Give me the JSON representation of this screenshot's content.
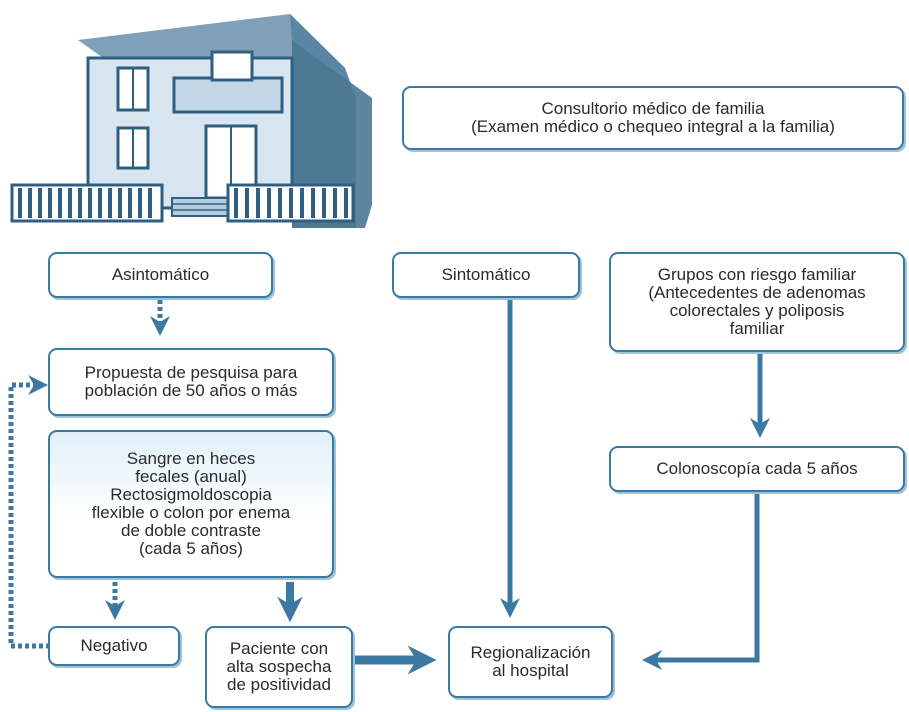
{
  "colors": {
    "accent": "#3b79a3",
    "text": "#2a2a2a",
    "background": "#ffffff"
  },
  "illustration": {
    "icon": "house-icon"
  },
  "boxes": {
    "consultorio": "Consultorio médico de familia\n(Examen médico o chequeo integral a la familia)",
    "asintomatico": "Asintomático",
    "sintomatico": "Sintomático",
    "grupos_riesgo": "Grupos con riesgo familiar\n(Antecedentes de adenomas\ncolorectales y poliposis\nfamiliar",
    "propuesta": "Propuesta de pesquisa para\npoblación de 50 años o más",
    "pruebas": "Sangre en heces\nfecales (anual)\nRectosigmoldoscopia\nflexible o colon por enema\nde doble contraste\n(cada 5 años)",
    "colonoscopia": "Colonoscopía cada 5 años",
    "negativo": "Negativo",
    "paciente": "Paciente con\nalta sospecha\nde positividad",
    "regionalizacion": "Regionalización\nal hospital"
  }
}
